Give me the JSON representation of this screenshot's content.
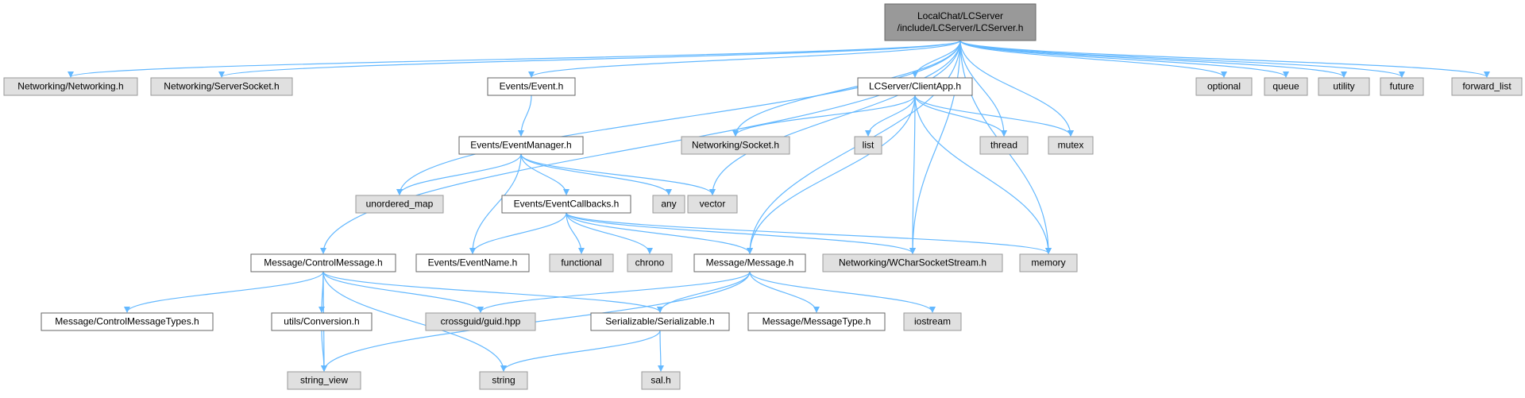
{
  "colors": {
    "root_fill": "#999999",
    "root_stroke": "#666666",
    "project_fill": "#ffffff",
    "project_stroke": "#666666",
    "external_fill": "#e0e0e0",
    "external_stroke": "#999999",
    "edge": "#63b8ff"
  },
  "nodes": [
    {
      "id": "root",
      "lines": [
        "LocalChat/LCServer",
        "/include/LCServer/LCServer.h"
      ],
      "kind": "root"
    },
    {
      "id": "networking",
      "lines": [
        "Networking/Networking.h"
      ],
      "kind": "external"
    },
    {
      "id": "serversocket",
      "lines": [
        "Networking/ServerSocket.h"
      ],
      "kind": "external"
    },
    {
      "id": "event",
      "lines": [
        "Events/Event.h"
      ],
      "kind": "project"
    },
    {
      "id": "clientapp",
      "lines": [
        "LCServer/ClientApp.h"
      ],
      "kind": "project"
    },
    {
      "id": "optional",
      "lines": [
        "optional"
      ],
      "kind": "external"
    },
    {
      "id": "queue",
      "lines": [
        "queue"
      ],
      "kind": "external"
    },
    {
      "id": "utility",
      "lines": [
        "utility"
      ],
      "kind": "external"
    },
    {
      "id": "future",
      "lines": [
        "future"
      ],
      "kind": "external"
    },
    {
      "id": "forward_list",
      "lines": [
        "forward_list"
      ],
      "kind": "external"
    },
    {
      "id": "eventmanager",
      "lines": [
        "Events/EventManager.h"
      ],
      "kind": "project"
    },
    {
      "id": "socket",
      "lines": [
        "Networking/Socket.h"
      ],
      "kind": "external"
    },
    {
      "id": "list",
      "lines": [
        "list"
      ],
      "kind": "external"
    },
    {
      "id": "thread",
      "lines": [
        "thread"
      ],
      "kind": "external"
    },
    {
      "id": "mutex",
      "lines": [
        "mutex"
      ],
      "kind": "external"
    },
    {
      "id": "unordered_map",
      "lines": [
        "unordered_map"
      ],
      "kind": "external"
    },
    {
      "id": "eventcallbacks",
      "lines": [
        "Events/EventCallbacks.h"
      ],
      "kind": "project"
    },
    {
      "id": "any",
      "lines": [
        "any"
      ],
      "kind": "external"
    },
    {
      "id": "vector",
      "lines": [
        "vector"
      ],
      "kind": "external"
    },
    {
      "id": "controlmessage",
      "lines": [
        "Message/ControlMessage.h"
      ],
      "kind": "project"
    },
    {
      "id": "eventname",
      "lines": [
        "Events/EventName.h"
      ],
      "kind": "project"
    },
    {
      "id": "functional",
      "lines": [
        "functional"
      ],
      "kind": "external"
    },
    {
      "id": "chrono",
      "lines": [
        "chrono"
      ],
      "kind": "external"
    },
    {
      "id": "message",
      "lines": [
        "Message/Message.h"
      ],
      "kind": "project"
    },
    {
      "id": "wcharsocket",
      "lines": [
        "Networking/WCharSocketStream.h"
      ],
      "kind": "external"
    },
    {
      "id": "memory",
      "lines": [
        "memory"
      ],
      "kind": "external"
    },
    {
      "id": "controlmessagetypes",
      "lines": [
        "Message/ControlMessageTypes.h"
      ],
      "kind": "project"
    },
    {
      "id": "conversion",
      "lines": [
        "utils/Conversion.h"
      ],
      "kind": "project"
    },
    {
      "id": "crossguid",
      "lines": [
        "crossguid/guid.hpp"
      ],
      "kind": "external"
    },
    {
      "id": "serializable",
      "lines": [
        "Serializable/Serializable.h"
      ],
      "kind": "project"
    },
    {
      "id": "messagetype",
      "lines": [
        "Message/MessageType.h"
      ],
      "kind": "project"
    },
    {
      "id": "iostream",
      "lines": [
        "iostream"
      ],
      "kind": "external"
    },
    {
      "id": "string_view",
      "lines": [
        "string_view"
      ],
      "kind": "external"
    },
    {
      "id": "string",
      "lines": [
        "string"
      ],
      "kind": "external"
    },
    {
      "id": "sal",
      "lines": [
        "sal.h"
      ],
      "kind": "external"
    }
  ],
  "edges": [
    [
      "root",
      "networking"
    ],
    [
      "root",
      "serversocket"
    ],
    [
      "root",
      "event"
    ],
    [
      "root",
      "clientapp"
    ],
    [
      "root",
      "optional"
    ],
    [
      "root",
      "queue"
    ],
    [
      "root",
      "utility"
    ],
    [
      "root",
      "future"
    ],
    [
      "root",
      "forward_list"
    ],
    [
      "root",
      "socket"
    ],
    [
      "root",
      "thread"
    ],
    [
      "root",
      "mutex"
    ],
    [
      "root",
      "unordered_map"
    ],
    [
      "root",
      "vector"
    ],
    [
      "root",
      "controlmessage"
    ],
    [
      "root",
      "message"
    ],
    [
      "root",
      "wcharsocket"
    ],
    [
      "root",
      "memory"
    ],
    [
      "event",
      "eventmanager"
    ],
    [
      "eventmanager",
      "unordered_map"
    ],
    [
      "eventmanager",
      "eventcallbacks"
    ],
    [
      "eventmanager",
      "any"
    ],
    [
      "eventmanager",
      "vector"
    ],
    [
      "eventmanager",
      "eventname"
    ],
    [
      "clientapp",
      "socket"
    ],
    [
      "clientapp",
      "list"
    ],
    [
      "clientapp",
      "thread"
    ],
    [
      "clientapp",
      "mutex"
    ],
    [
      "clientapp",
      "message"
    ],
    [
      "clientapp",
      "wcharsocket"
    ],
    [
      "clientapp",
      "memory"
    ],
    [
      "eventcallbacks",
      "eventname"
    ],
    [
      "eventcallbacks",
      "functional"
    ],
    [
      "eventcallbacks",
      "chrono"
    ],
    [
      "eventcallbacks",
      "message"
    ],
    [
      "eventcallbacks",
      "wcharsocket"
    ],
    [
      "eventcallbacks",
      "memory"
    ],
    [
      "controlmessage",
      "controlmessagetypes"
    ],
    [
      "controlmessage",
      "conversion"
    ],
    [
      "controlmessage",
      "crossguid"
    ],
    [
      "controlmessage",
      "serializable"
    ],
    [
      "controlmessage",
      "string_view"
    ],
    [
      "controlmessage",
      "string"
    ],
    [
      "message",
      "crossguid"
    ],
    [
      "message",
      "serializable"
    ],
    [
      "message",
      "messagetype"
    ],
    [
      "message",
      "iostream"
    ],
    [
      "message",
      "string_view"
    ],
    [
      "conversion",
      "string_view"
    ],
    [
      "serializable",
      "string"
    ],
    [
      "serializable",
      "sal"
    ]
  ]
}
